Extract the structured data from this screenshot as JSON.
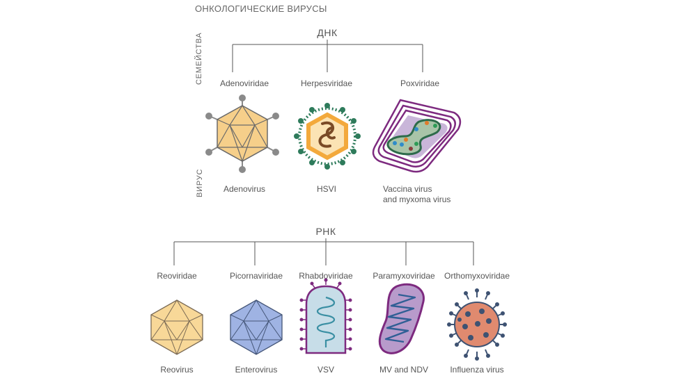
{
  "title": "ОНКОЛОГИЧЕСКИЕ ВИРУСЫ",
  "labels": {
    "families": "СЕМЕЙСТВА",
    "virus": "ВИРУС"
  },
  "dna": {
    "heading": "ДНК",
    "families": [
      "Adenoviridae",
      "Herpesviridae",
      "Poxviridae"
    ],
    "viruses": [
      "Adenovirus",
      "HSVI",
      "Vaccina virus",
      "and myxoma virus"
    ]
  },
  "rna": {
    "heading": "РНК",
    "families": [
      "Reoviridae",
      "Picornaviridae",
      "Rhabdoviridae",
      "Paramyxoviridae",
      "Orthomyxoviridae"
    ],
    "viruses": [
      "Reovirus",
      "Enterovirus",
      "VSV",
      "MV and NDV",
      "Influenza virus"
    ]
  },
  "colors": {
    "line": "#555555",
    "adeno_fill": "#f6cf8a",
    "herpes_spike": "#2e7b5b",
    "herpes_capsid": "#f3a93c",
    "pox_outline": "#7d2a7f",
    "pox_fill": "#c9b6d9",
    "pox_core": "#2d6b4a",
    "reo_fill": "#f8d898",
    "entero_fill": "#9fb3e3",
    "vsv_fill": "#c7dde8",
    "vsv_outline": "#7d2a7f",
    "mv_fill": "#b89bcb",
    "mv_rna": "#2f5f95",
    "flu_fill": "#e08a6f",
    "flu_spike": "#3e5272"
  }
}
